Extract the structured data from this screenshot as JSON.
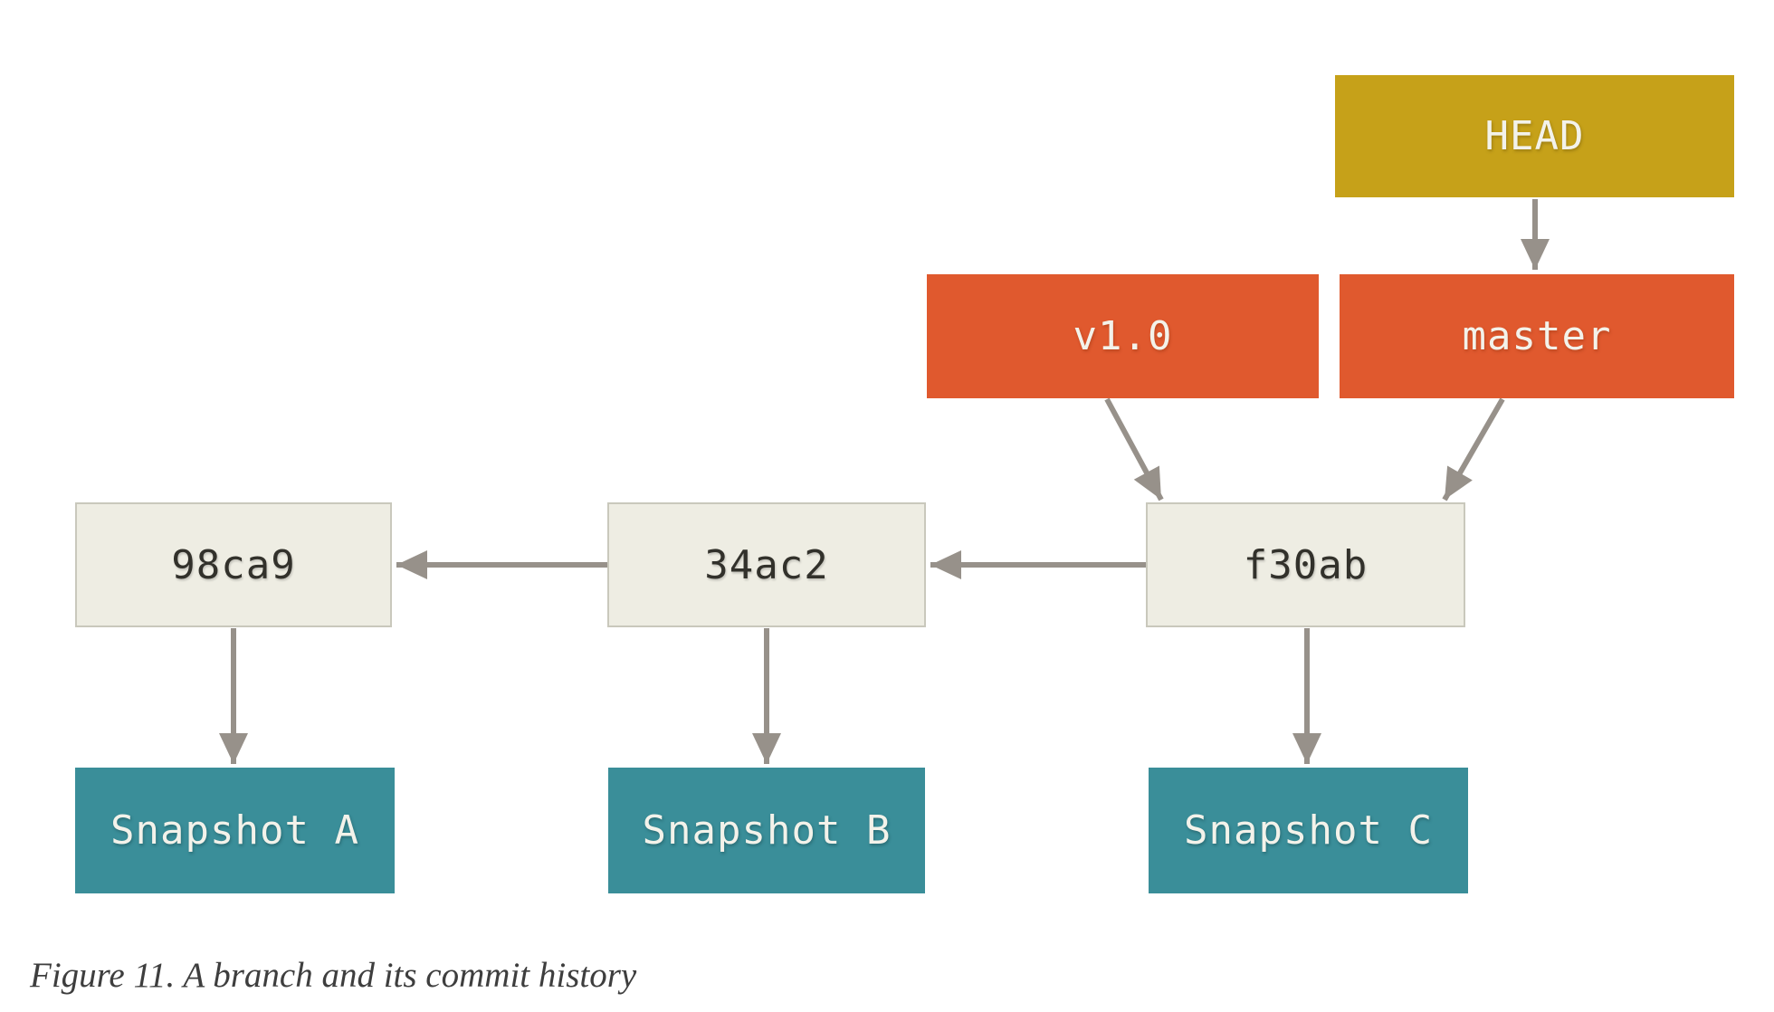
{
  "figure": {
    "caption": "Figure 11. A branch and its commit history",
    "nodes": {
      "head": {
        "label": "HEAD",
        "type": "head-pointer"
      },
      "v1_0": {
        "label": "v1.0",
        "type": "tag"
      },
      "master": {
        "label": "master",
        "type": "branch"
      },
      "c98ca9": {
        "label": "98ca9",
        "type": "commit"
      },
      "c34ac2": {
        "label": "34ac2",
        "type": "commit"
      },
      "cf30ab": {
        "label": "f30ab",
        "type": "commit"
      },
      "snapA": {
        "label": "Snapshot A",
        "type": "snapshot"
      },
      "snapB": {
        "label": "Snapshot B",
        "type": "snapshot"
      },
      "snapC": {
        "label": "Snapshot C",
        "type": "snapshot"
      }
    },
    "edges": [
      {
        "from": "HEAD",
        "to": "master"
      },
      {
        "from": "v1.0",
        "to": "f30ab"
      },
      {
        "from": "master",
        "to": "f30ab"
      },
      {
        "from": "34ac2",
        "to": "98ca9"
      },
      {
        "from": "f30ab",
        "to": "34ac2"
      },
      {
        "from": "98ca9",
        "to": "Snapshot A"
      },
      {
        "from": "34ac2",
        "to": "Snapshot B"
      },
      {
        "from": "f30ab",
        "to": "Snapshot C"
      }
    ],
    "colors": {
      "background": "#ffffff",
      "head_fill": "#c6a119",
      "ref_fill": "#e0592e",
      "snapshot_fill": "#3a8e99",
      "commit_fill": "#eeede3",
      "commit_border": "#c9c8bc",
      "arrow": "#97918a",
      "light_text": "#f3f2ea",
      "dark_text": "#32312b",
      "caption_text": "#3e3e3e"
    }
  }
}
